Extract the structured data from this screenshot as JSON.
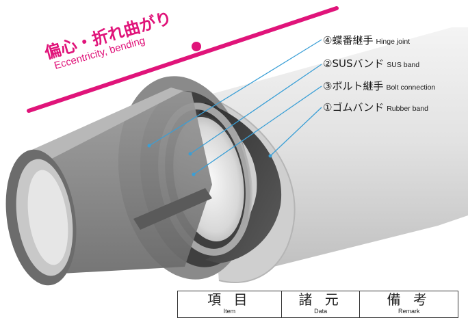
{
  "title": {
    "jp": "偏心・折れ曲がり",
    "en": "Eccentricity, bending"
  },
  "callouts": [
    {
      "num": "④",
      "jp": "蝶番継手",
      "en": "Hinge joint"
    },
    {
      "num": "②",
      "jp": "SUSバンド",
      "en": "SUS band"
    },
    {
      "num": "③",
      "jp": "ボルト継手",
      "en": "Bolt connection"
    },
    {
      "num": "①",
      "jp": "ゴムバンド",
      "en": "Rubber band"
    }
  ],
  "table": {
    "headers": [
      {
        "jp": "項 目",
        "en": "Item"
      },
      {
        "jp": "諸 元",
        "en": "Data"
      },
      {
        "jp": "備 考",
        "en": "Remark"
      }
    ]
  },
  "colors": {
    "accent": "#e0147a",
    "leader": "#3a9fd6",
    "pipe_outer": "#d9d9d9",
    "pipe_inner": "#6e6e6e"
  }
}
